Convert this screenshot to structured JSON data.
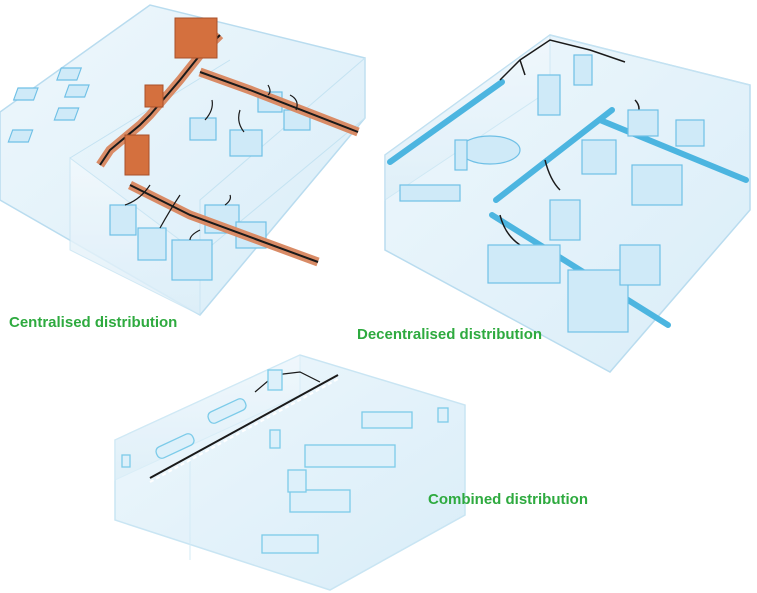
{
  "captions": {
    "centralised": "Centralised distribution",
    "decentralised": "Decentralised distribution",
    "combined": "Combined distribution"
  },
  "colors": {
    "caption": "#2eaa3f",
    "room_fill": "#e6f3fb",
    "room_edge": "#b9dcef",
    "equipment": "#cfeaf8",
    "equipment_edge": "#6fc0e6",
    "copper_busbar": "#d98b66",
    "copper_cabinet": "#d4703e",
    "blue_busbar": "#4cb5e0",
    "cable": "#1a1a1a"
  }
}
